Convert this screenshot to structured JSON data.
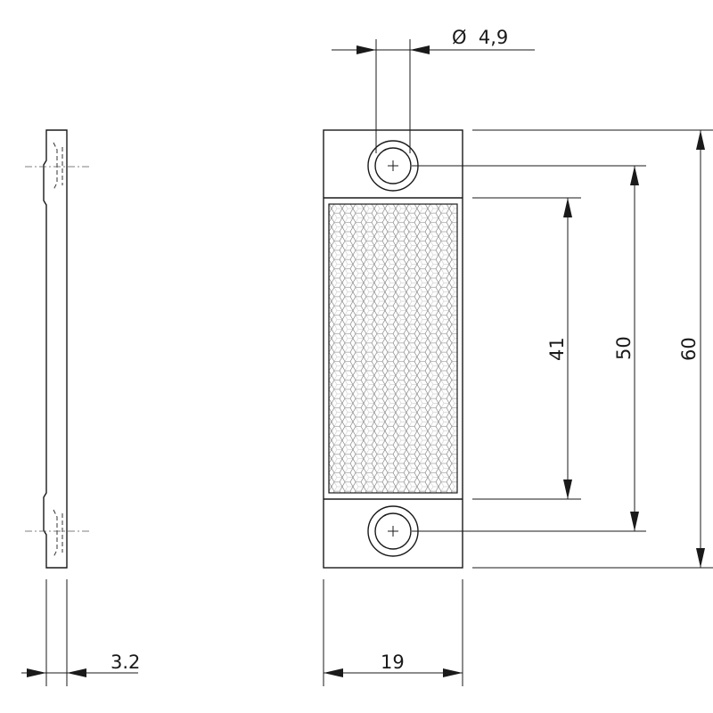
{
  "drawing": {
    "line_color": "#1a1a1a",
    "background_color": "#ffffff",
    "reflector_pattern": "hexagonal",
    "dimensions": {
      "hole_diameter": "Ø  4,9",
      "thickness": "3.2",
      "width": "19",
      "reflector_height": "41",
      "hole_spacing": "50",
      "overall_height": "60"
    }
  }
}
